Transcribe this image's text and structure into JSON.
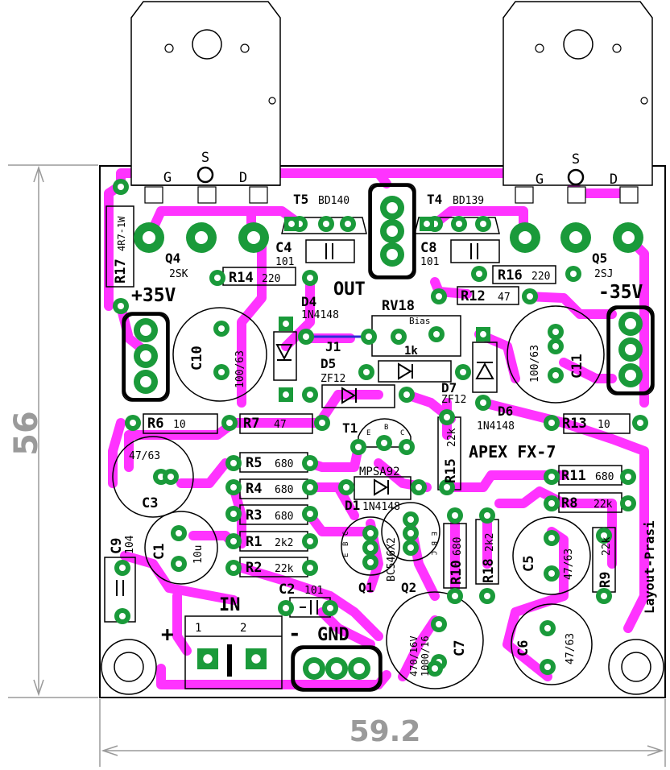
{
  "board": {
    "title": "APEX FX-7",
    "credit": "Layout-Prasi",
    "dimensions": {
      "height": "56",
      "width": "59.2"
    },
    "colors": {
      "trace": "#ff33ff",
      "pad": "#1a9a3a",
      "hole": "#ffffff",
      "outline": "#000000",
      "dimension": "#9a9a9a"
    },
    "power": {
      "positive": "+35V",
      "negative": "-35V"
    },
    "connectors": {
      "out": "OUT",
      "in": "IN",
      "gnd": "GND",
      "in_pin1": "1",
      "in_pin2": "2",
      "plus": "+",
      "minus": "-"
    },
    "transistor_pins": {
      "q4": {
        "g": "G",
        "s": "S",
        "d": "D"
      },
      "q5": {
        "g": "G",
        "s": "S",
        "d": "D"
      }
    },
    "t1_pins": {
      "e": "E",
      "b": "B",
      "c": "C"
    },
    "q1_pins": {
      "c": "C",
      "b": "B",
      "e": "E"
    },
    "q2_pins": {
      "e": "E",
      "b": "B",
      "c": "C"
    },
    "components": {
      "q4_ref": "Q4",
      "q4_val": "2SK",
      "q5_ref": "Q5",
      "q5_val": "2SJ",
      "t5_ref": "T5",
      "t5_val": "BD140",
      "t4_ref": "T4",
      "t4_val": "BD139",
      "c4_ref": "C4",
      "c4_val": "101",
      "c8_ref": "C8",
      "c8_val": "101",
      "r17_ref": "R17",
      "r17_val": "4R7-1W",
      "r14_ref": "R14",
      "r14_val": "220",
      "r16_ref": "R16",
      "r16_val": "220",
      "r12_ref": "R12",
      "r12_val": "47",
      "rv18_ref": "RV18",
      "rv18_val": "Bias",
      "rv18_res": "1k",
      "d4_ref": "D4",
      "d4_val": "1N4148",
      "d5_ref": "D5",
      "d5_val": "ZF12",
      "d7_ref": "D7",
      "d7_val": "ZF12",
      "d6_ref": "D6",
      "d6_val": "1N4148",
      "d1_ref": "D1",
      "d1_val": "1N4148",
      "j1_ref": "J1",
      "c10_ref": "C10",
      "c10_val": "100/63",
      "c11_ref": "C11",
      "c11_val": "100/63",
      "r6_ref": "R6",
      "r6_val": "10",
      "r7_ref": "R7",
      "r7_val": "47",
      "r13_ref": "R13",
      "r13_val": "10",
      "t1_ref": "T1",
      "r15_ref": "R15",
      "r15_val": "22k",
      "t1_val": "MPSA92",
      "r5_ref": "R5",
      "r5_val": "680",
      "r4_ref": "R4",
      "r4_val": "680",
      "r3_ref": "R3",
      "r3_val": "680",
      "r1_ref": "R1",
      "r1_val": "2k2",
      "r2_ref": "R2",
      "r2_val": "22k",
      "r11_ref": "R11",
      "r11_val": "680",
      "r8_ref": "R8",
      "r8_val": "22k",
      "r9_ref": "R9",
      "r9_val": "22k",
      "r10_ref": "R10",
      "r10_val": "680",
      "r18_ref": "R18",
      "r18_val": "2k2",
      "c3_ref": "C3",
      "c3_val": "47/63",
      "c1_ref": "C1",
      "c1_val": "10u",
      "c9_ref": "C9",
      "c9_val": "104",
      "c2_ref": "C2",
      "c2_val": "101",
      "c5_ref": "C5",
      "c5_val": "47/63",
      "c6_ref": "C6",
      "c6_val": "47/63",
      "c7_ref": "C7",
      "c7_val1": "470/16V",
      "c7_val2": "1000/16",
      "q1_ref": "Q1",
      "q2_ref": "Q2",
      "q12_val": "BC546X2"
    }
  }
}
